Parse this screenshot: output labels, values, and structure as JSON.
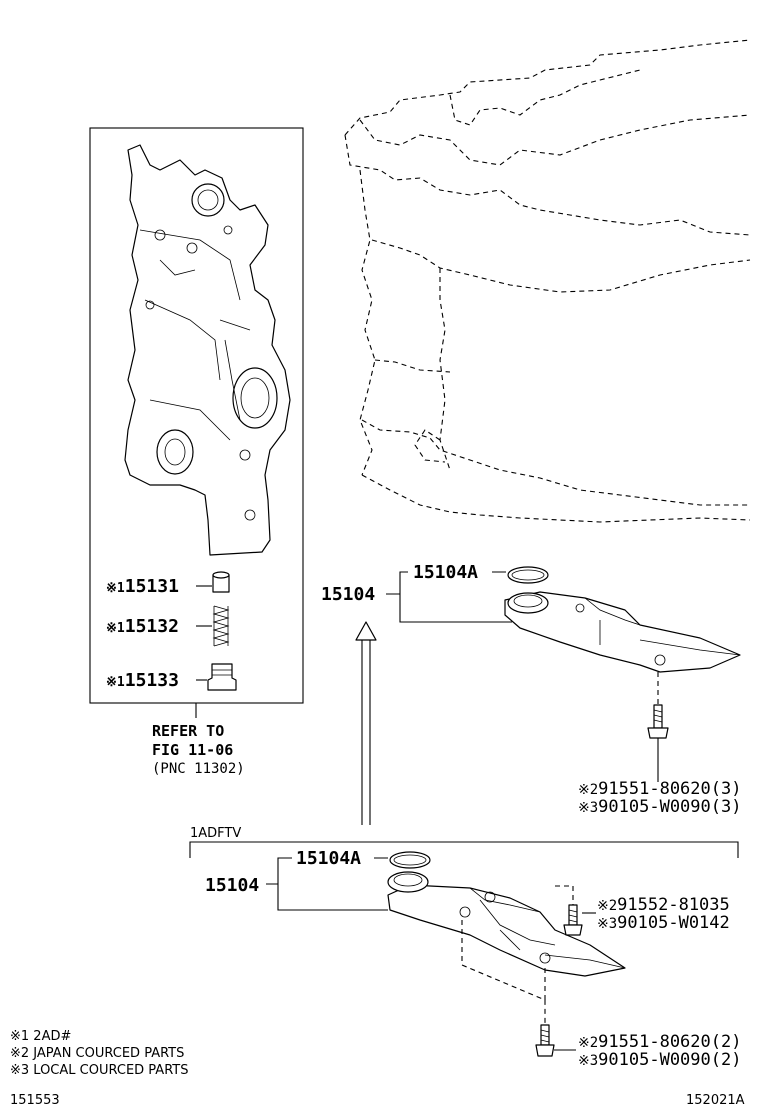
{
  "diagram": {
    "inset": {
      "callouts": [
        {
          "mark": "※1",
          "part": "15131"
        },
        {
          "mark": "※1",
          "part": "15132"
        },
        {
          "mark": "※1",
          "part": "15133"
        }
      ],
      "reference": [
        "REFER TO",
        "FIG 11-06",
        "(PNC 11302)"
      ]
    },
    "upper_assembly": {
      "part": "15104",
      "sub_part": "15104A",
      "bolts": [
        {
          "mark": "※2",
          "part": "91551-80620",
          "qty": "(3)"
        },
        {
          "mark": "※3",
          "part": "90105-W0090",
          "qty": "(3)"
        }
      ]
    },
    "lower_assembly": {
      "group_label": "1ADFTV",
      "part": "15104",
      "sub_part": "15104A",
      "bolts_right": [
        {
          "mark": "※2",
          "part": "91552-81035",
          "qty": ""
        },
        {
          "mark": "※3",
          "part": "90105-W0142",
          "qty": ""
        }
      ],
      "bolts_bottom": [
        {
          "mark": "※2",
          "part": "91551-80620",
          "qty": "(2)"
        },
        {
          "mark": "※3",
          "part": "90105-W0090",
          "qty": "(2)"
        }
      ]
    },
    "legend": [
      "※1 2AD#",
      "※2 JAPAN COURCED PARTS",
      "※3 LOCAL COURCED PARTS"
    ],
    "footer": {
      "left_id": "151553",
      "right_id": "152021A"
    }
  }
}
